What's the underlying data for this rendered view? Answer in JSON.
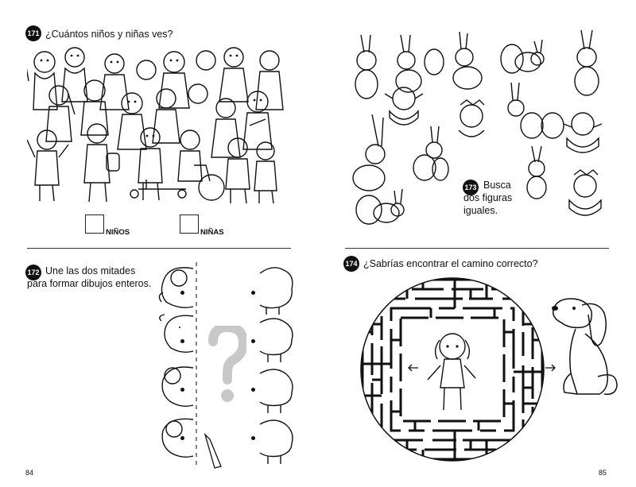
{
  "pages": {
    "left": {
      "page_number": "84",
      "activities": [
        {
          "number": "171",
          "prompt": "¿Cuántos niños y niñas ves?",
          "answers": [
            {
              "label": "NIÑOS"
            },
            {
              "label": "NIÑAS"
            }
          ]
        },
        {
          "number": "172",
          "prompt_line1": "Une las dos mitades",
          "prompt_line2": "para formar dibujos enteros."
        }
      ]
    },
    "right": {
      "page_number": "85",
      "activities": [
        {
          "number": "173",
          "prompt_line1": "Busca",
          "prompt_line2": "dos figuras",
          "prompt_line3": "iguales."
        },
        {
          "number": "174",
          "prompt": "¿Sabrías encontrar el camino correcto?"
        }
      ]
    }
  },
  "colors": {
    "ink": "#111111",
    "question_mark": "#c8c8c8",
    "badge": "#111111"
  },
  "icons": [
    "children-crowd-illustration",
    "bunny-icon",
    "chick-icon",
    "sheep-half-icon",
    "question-mark-icon",
    "maze-icon",
    "girl-icon",
    "dog-icon",
    "pencil-icon"
  ]
}
